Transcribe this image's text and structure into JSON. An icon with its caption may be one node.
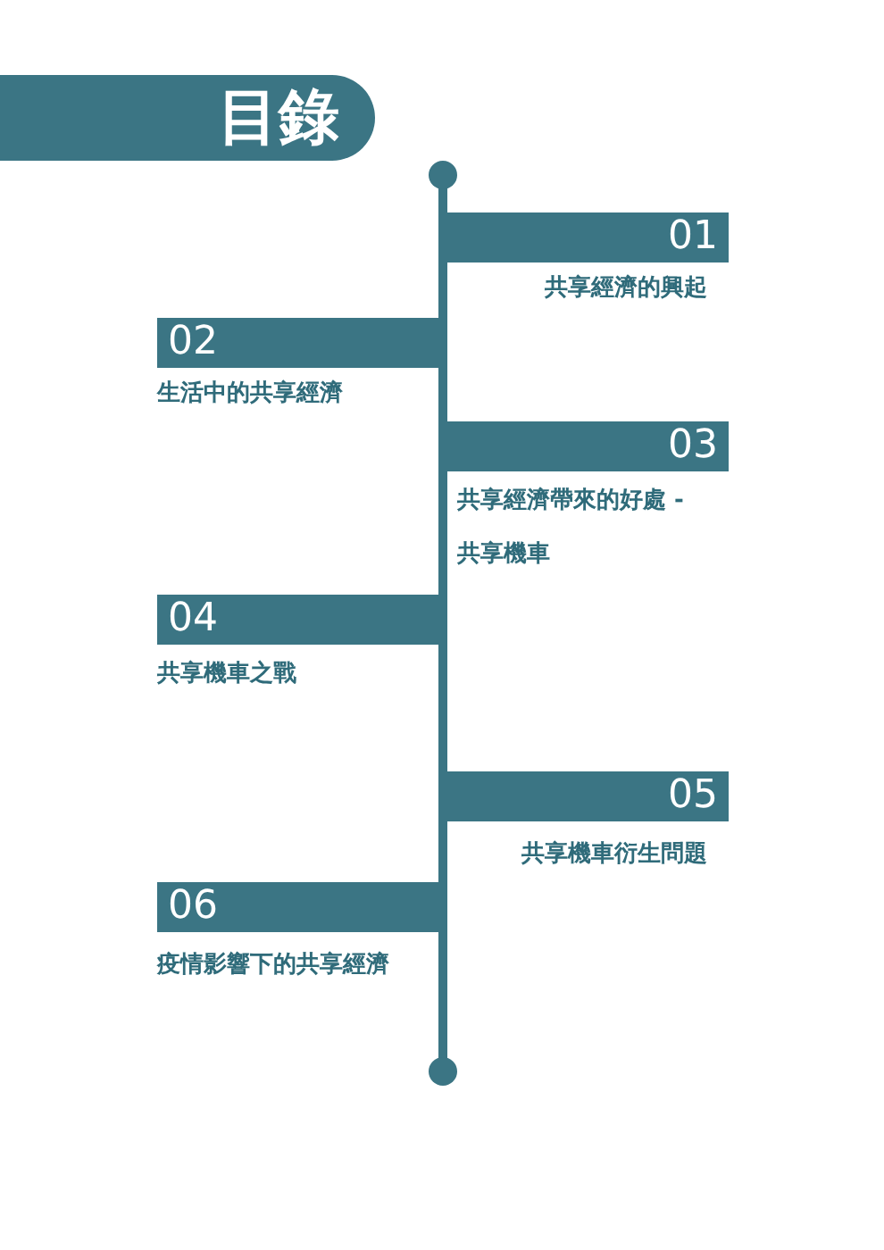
{
  "diagram": {
    "title": "目錄",
    "nodes": [
      {
        "text": [
          "01",
          "共享經濟的興起"
        ]
      },
      {
        "text": [
          "02",
          "生活中的共享經濟"
        ]
      },
      {
        "text": [
          "03",
          "共享經濟帶來的好處 -共享機車"
        ]
      },
      {
        "text": [
          "04",
          "共享機車之戰"
        ]
      },
      {
        "text": [
          "05",
          "共享機車衍生問題"
        ]
      },
      {
        "text": [
          "06",
          "疫情影響下的共享經濟"
        ]
      }
    ]
  }
}
